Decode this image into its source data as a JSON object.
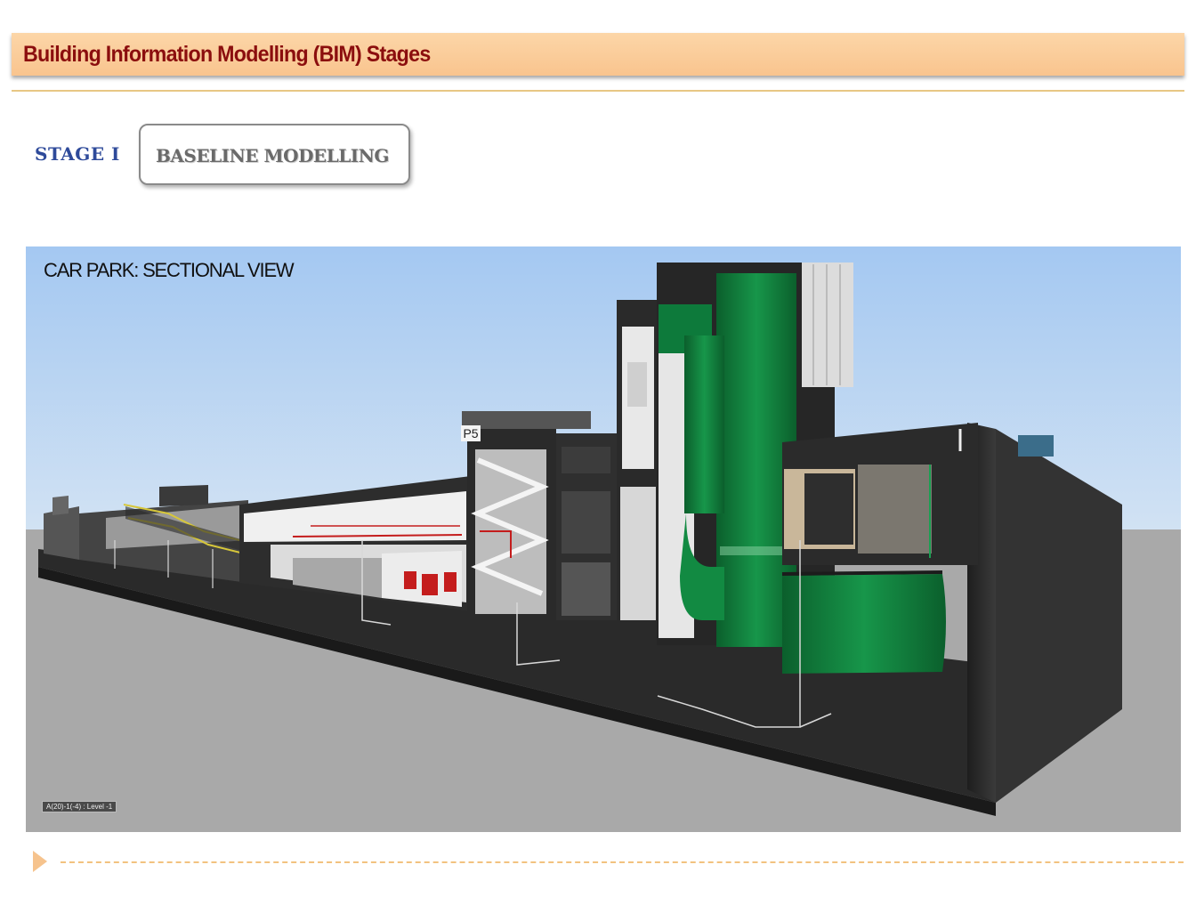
{
  "header": {
    "title": "Building Information Modelling (BIM) Stages"
  },
  "stage": {
    "number_label": "STAGE I",
    "name": "BASELINE MODELLING"
  },
  "figure": {
    "caption": "CAR PARK: SECTIONAL VIEW",
    "floor_tag": "P5",
    "view_label": "A(20)-1(-4) : Level -1"
  },
  "colors": {
    "title_bar": "#f9c48e",
    "title_text": "#8b0e0e",
    "stage_label": "#2e4a9a",
    "sky": "#a9cbf2",
    "ground": "#a9a9a9",
    "building": "#2b2b2b",
    "ductwork": "#0f7a3a",
    "pipework": "#d11a1a"
  },
  "icons": {
    "footer_bullet": "triangle-right-icon"
  }
}
